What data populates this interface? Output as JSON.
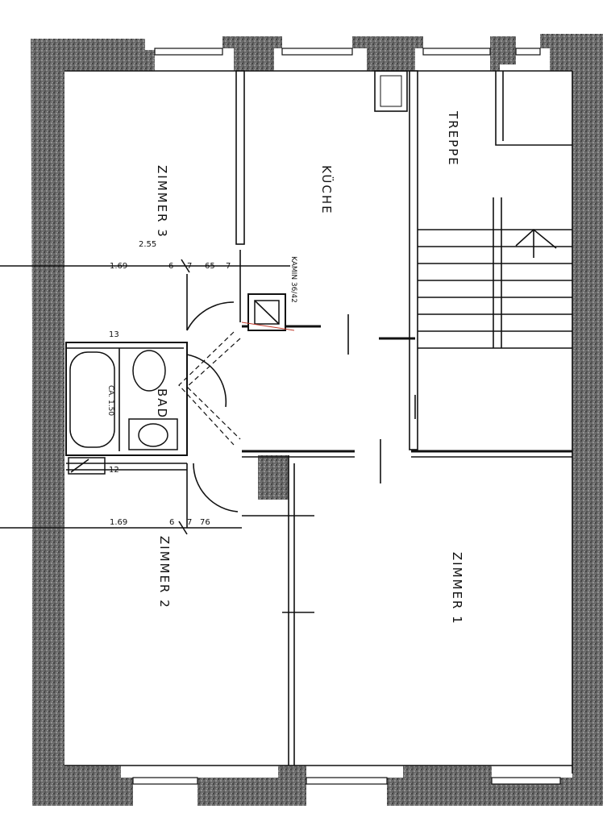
{
  "rooms": {
    "zimmer3": "ZIMMER 3",
    "kueche": "KÜCHE",
    "treppe": "TREPPE",
    "bad": "BAD",
    "zimmer2": "ZIMMER 2",
    "zimmer1": "ZIMMER 1"
  },
  "annotations": {
    "kamin": "KAMIN 36/42",
    "bath_dim": "CA. 1.50"
  },
  "dimensions_upper": [
    "2.55",
    "1.69",
    "6",
    "7",
    "65",
    "7",
    "13"
  ],
  "dimensions_lower": [
    "1.69",
    "6",
    "7",
    "76",
    "12"
  ]
}
